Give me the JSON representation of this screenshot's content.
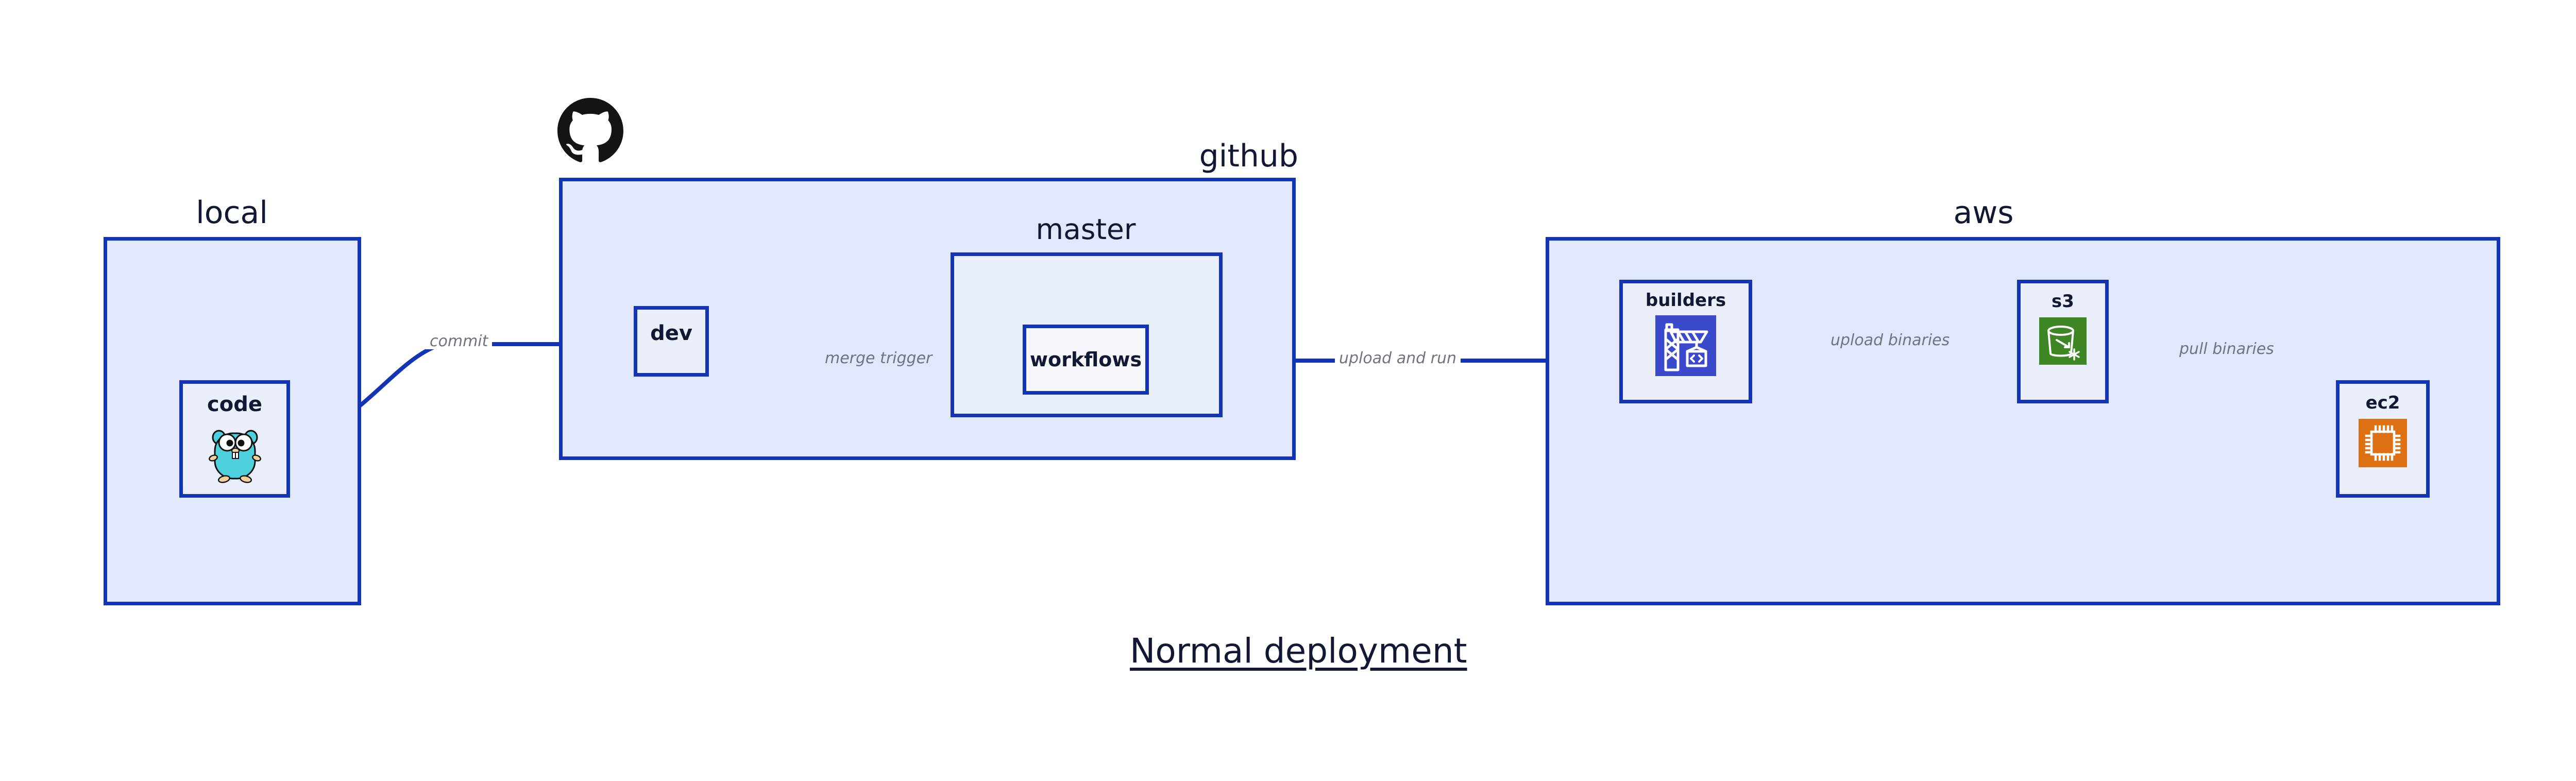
{
  "diagram": {
    "title": "Normal deployment",
    "colors": {
      "group_border": "#1334b4",
      "group_fill": "#e2e8fb",
      "node_fill": "#eaeffb",
      "arrow": "#1334b4",
      "edge_label_text": "#6f7480",
      "title_text": "#121833",
      "builders_icon_bg": "#3b49cc",
      "s3_icon_bg": "#3f8624",
      "ec2_icon_bg": "#dd7012",
      "gopher_body": "#4fd0dd",
      "github_logo": "#141414"
    },
    "groups": [
      {
        "id": "local",
        "label": "local"
      },
      {
        "id": "github",
        "label": "github"
      },
      {
        "id": "master",
        "label": "master"
      },
      {
        "id": "aws",
        "label": "aws"
      }
    ],
    "nodes": [
      {
        "id": "code",
        "label": "code",
        "icon": "go-gopher-icon",
        "group": "local"
      },
      {
        "id": "dev",
        "label": "dev",
        "icon": null,
        "group": "github"
      },
      {
        "id": "workflows",
        "label": "workflows",
        "icon": null,
        "group": "master"
      },
      {
        "id": "builders",
        "label": "builders",
        "icon": "aws-codebuild-icon",
        "group": "aws"
      },
      {
        "id": "s3",
        "label": "s3",
        "icon": "aws-s3-bucket-icon",
        "group": "aws"
      },
      {
        "id": "ec2",
        "label": "ec2",
        "icon": "aws-ec2-chip-icon",
        "group": "aws"
      }
    ],
    "edges": [
      {
        "id": "code-dev",
        "from": "code",
        "to": "dev",
        "label": "commit"
      },
      {
        "id": "dev-workflows",
        "from": "dev",
        "to": "workflows",
        "label": "merge trigger"
      },
      {
        "id": "workflows-builders",
        "from": "workflows",
        "to": "builders",
        "label": "upload and run"
      },
      {
        "id": "builders-s3",
        "from": "builders",
        "to": "s3",
        "label": "upload binaries"
      },
      {
        "id": "s3-ec2",
        "from": "s3",
        "to": "ec2",
        "label": "pull binaries"
      }
    ],
    "logo": {
      "name": "github-octocat-logo"
    }
  }
}
